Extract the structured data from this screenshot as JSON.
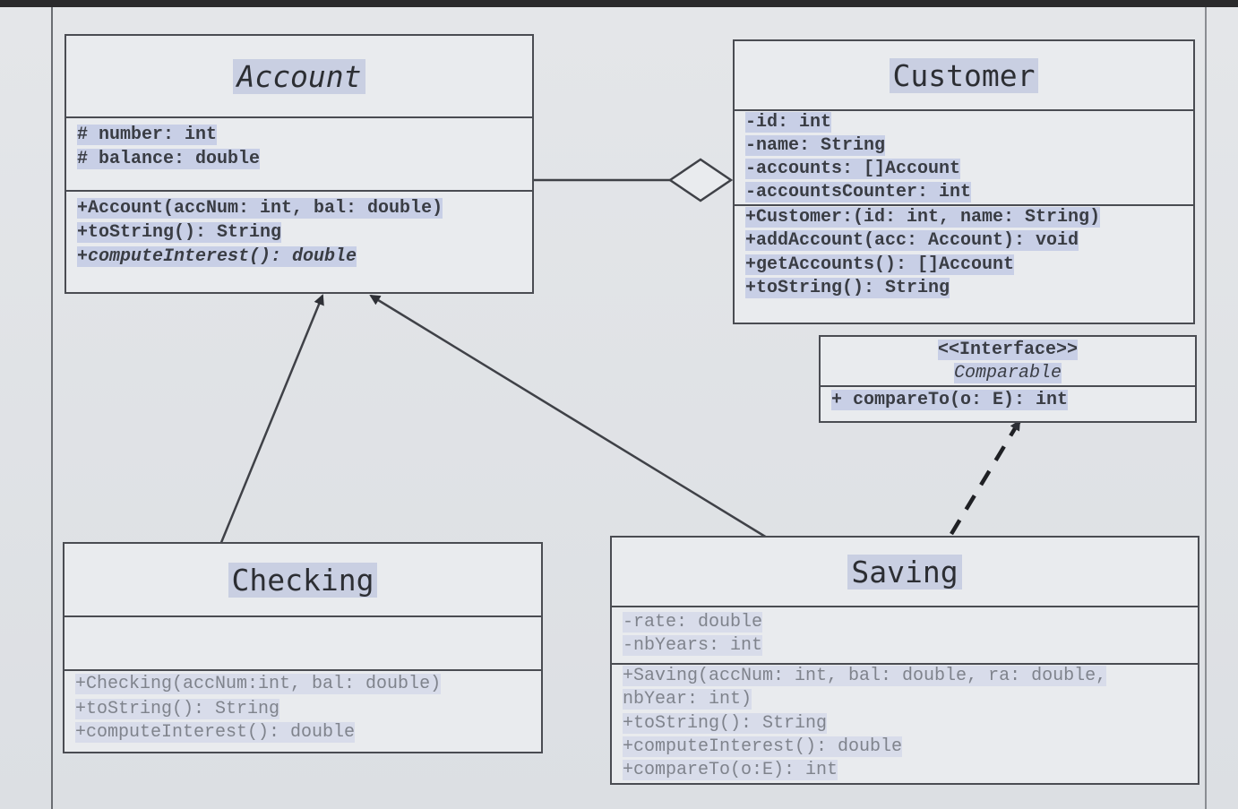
{
  "classes": {
    "account": {
      "name": "Account",
      "attributes": [
        "# number: int",
        "# balance: double"
      ],
      "methods": [
        "+Account(accNum: int, bal: double)",
        "+toString(): String",
        "+computeInterest(): double"
      ]
    },
    "customer": {
      "name": "Customer",
      "attributes": [
        "-id: int",
        "-name: String",
        "-accounts: []Account",
        "-accountsCounter: int"
      ],
      "methods": [
        "+Customer:(id: int, name: String)",
        "+addAccount(acc: Account): void",
        "+getAccounts(): []Account",
        "+toString(): String"
      ]
    },
    "comparable": {
      "stereotype": "<<Interface>>",
      "name": "Comparable",
      "methods": [
        "+ compareTo(o: E): int"
      ]
    },
    "checking": {
      "name": "Checking",
      "attributes": [],
      "methods": [
        "+Checking(accNum:int, bal: double)",
        "+toString(): String",
        "+computeInterest(): double"
      ]
    },
    "saving": {
      "name": "Saving",
      "attributes": [
        "-rate: double",
        "-nbYears: int"
      ],
      "methods": [
        "+Saving(accNum: int, bal: double, ra: double,",
        "nbYear: int)",
        "+toString(): String",
        "+computeInterest(): double",
        "+compareTo(o:E): int"
      ]
    }
  },
  "relations": [
    {
      "type": "aggregation",
      "from": "Customer",
      "to": "Account"
    },
    {
      "type": "inheritance",
      "from": "Checking",
      "to": "Account"
    },
    {
      "type": "inheritance",
      "from": "Saving",
      "to": "Account"
    },
    {
      "type": "realization",
      "from": "Saving",
      "to": "Comparable"
    }
  ],
  "colors": {
    "line": "#4a4c52",
    "highlight": "#c8cfe6",
    "background": "#e2e4e7"
  }
}
